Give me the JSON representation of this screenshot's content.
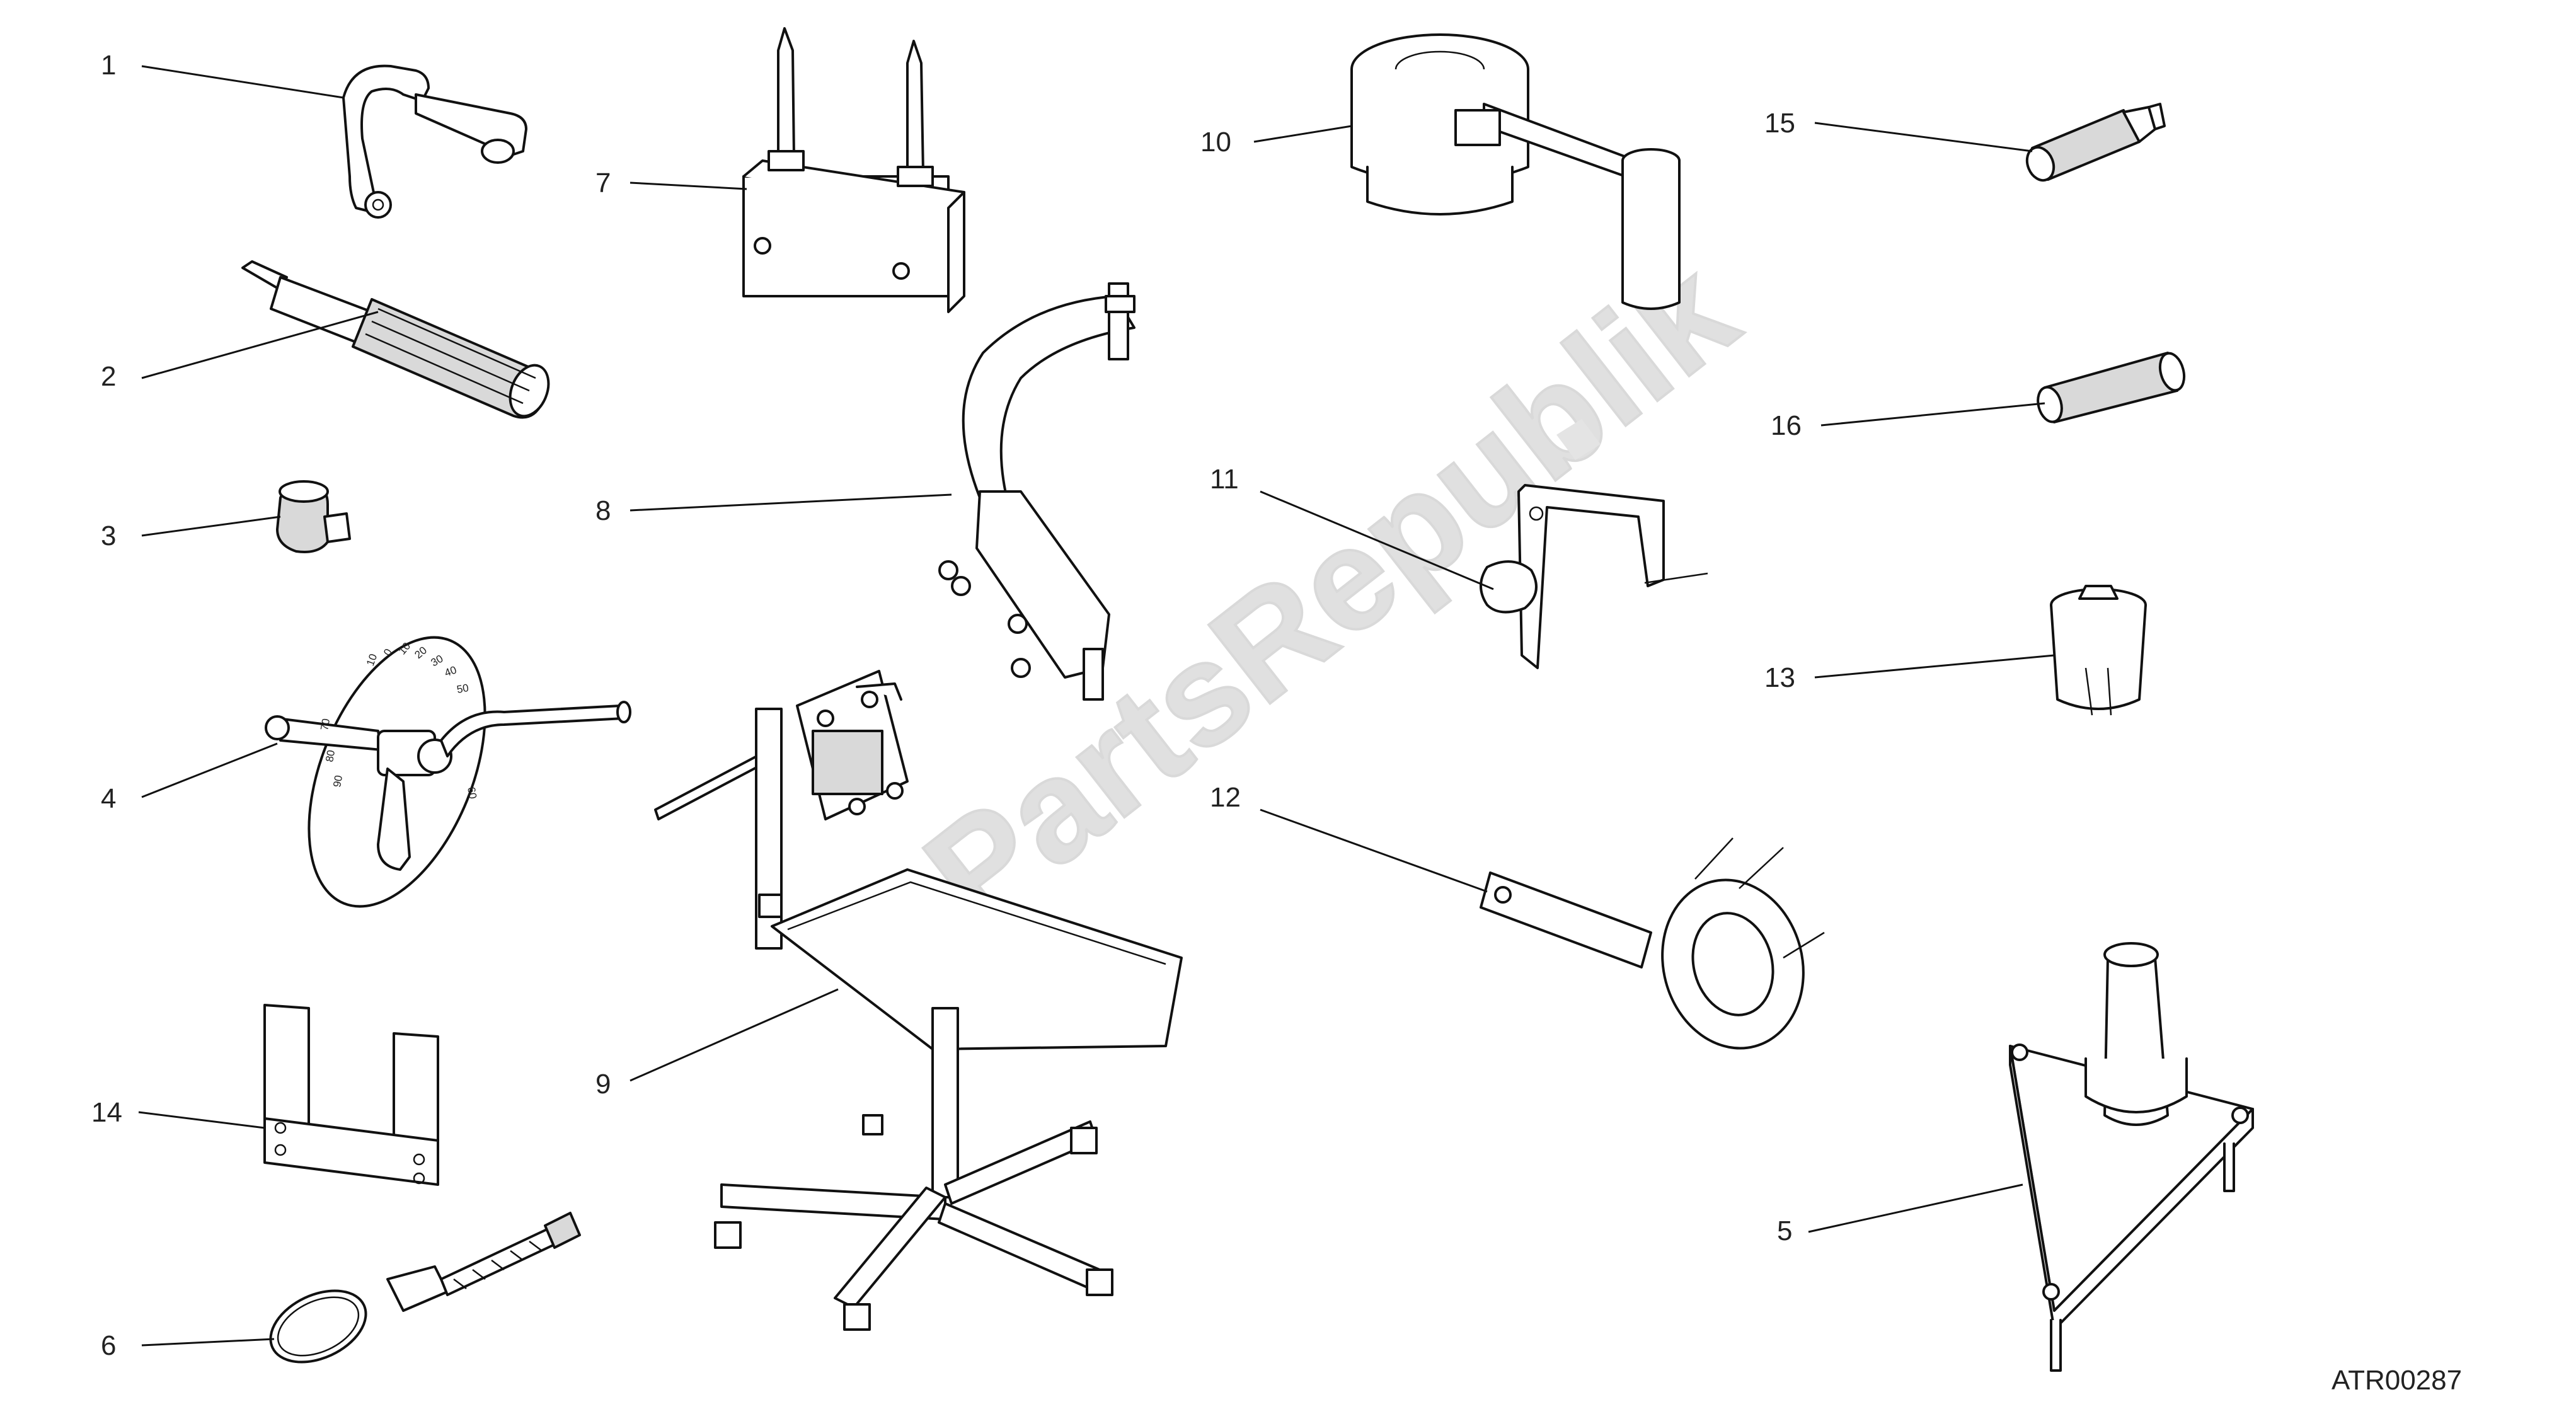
{
  "callouts": [
    {
      "id": "1",
      "label": "1"
    },
    {
      "id": "2",
      "label": "2"
    },
    {
      "id": "3",
      "label": "3"
    },
    {
      "id": "4",
      "label": "4"
    },
    {
      "id": "5",
      "label": "5"
    },
    {
      "id": "6",
      "label": "6"
    },
    {
      "id": "7",
      "label": "7"
    },
    {
      "id": "8",
      "label": "8"
    },
    {
      "id": "9",
      "label": "9"
    },
    {
      "id": "10",
      "label": "10"
    },
    {
      "id": "11",
      "label": "11"
    },
    {
      "id": "12",
      "label": "12"
    },
    {
      "id": "13",
      "label": "13"
    },
    {
      "id": "14",
      "label": "14"
    },
    {
      "id": "15",
      "label": "15"
    },
    {
      "id": "16",
      "label": "16"
    }
  ],
  "dial_scale": [
    "10",
    "0",
    "10",
    "20",
    "30",
    "40",
    "50",
    "60",
    "70",
    "80",
    "90"
  ],
  "watermark": "PartsRepublik",
  "drawing_code": "ATR00287"
}
